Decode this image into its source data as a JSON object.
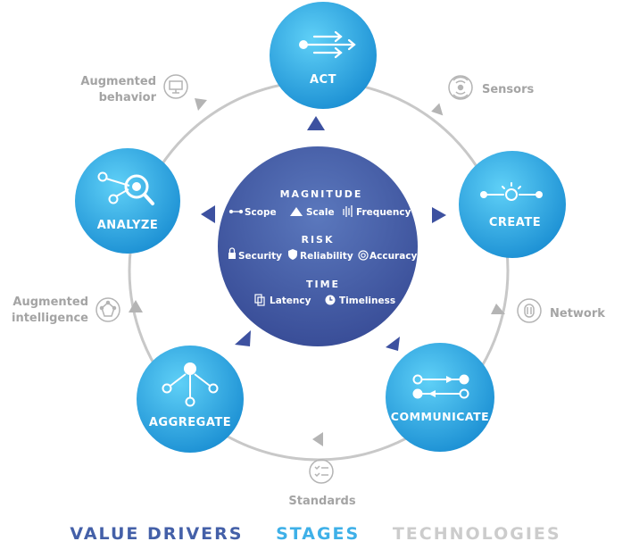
{
  "stages": {
    "act": "ACT",
    "create": "CREATE",
    "communicate": "COMMUNICATE",
    "aggregate": "AGGREGATE",
    "analyze": "ANALYZE"
  },
  "technologies": {
    "sensors": "Sensors",
    "network": "Network",
    "standards": "Standards",
    "augmented_intelligence": [
      "Augmented",
      "intelligence"
    ],
    "augmented_behavior": [
      "Augmented",
      "behavior"
    ]
  },
  "value_drivers": {
    "magnitude": {
      "heading": "MAGNITUDE",
      "items": [
        "Scope",
        "Scale",
        "Frequency"
      ]
    },
    "risk": {
      "heading": "RISK",
      "items": [
        "Security",
        "Reliability",
        "Accuracy"
      ]
    },
    "time": {
      "heading": "TIME",
      "items": [
        "Latency",
        "Timeliness"
      ]
    }
  },
  "legend": {
    "value_drivers": "VALUE DRIVERS",
    "stages": "STAGES",
    "technologies": "TECHNOLOGIES"
  },
  "colors": {
    "stage_light": "#4cc3f2",
    "stage_dark": "#1d94d6",
    "center_light": "#5a74b8",
    "center_dark": "#3b4f99",
    "ring": "#c8c8c8",
    "technology": "#a4a4a4",
    "value_driver": "#4460a8"
  }
}
